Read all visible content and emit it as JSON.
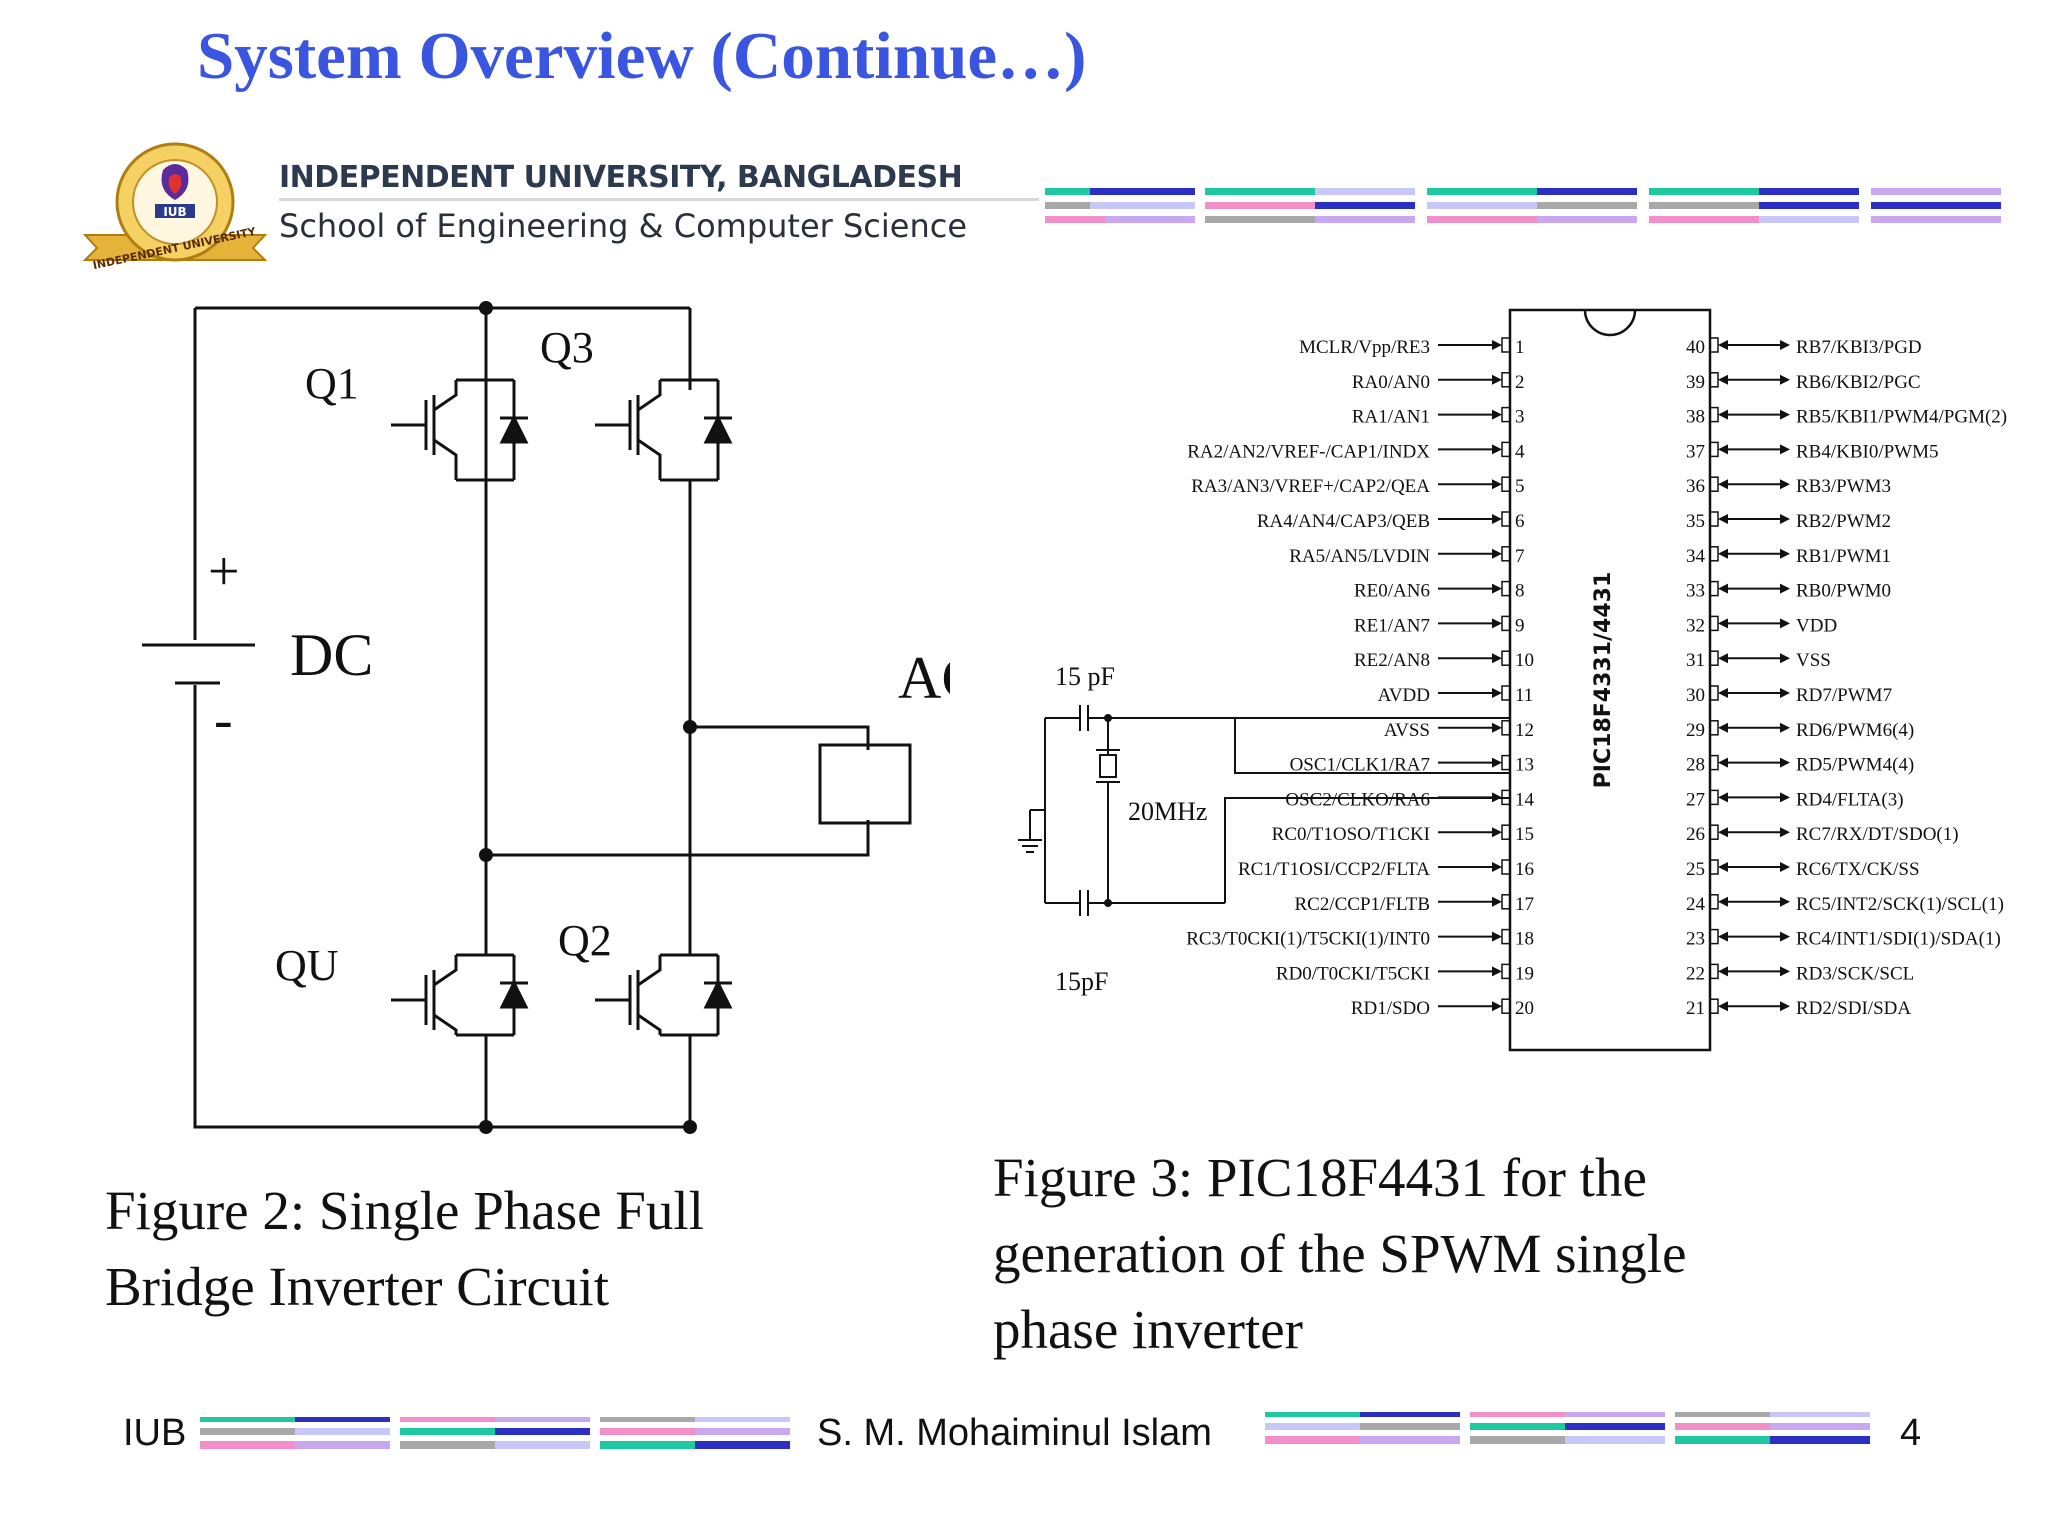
{
  "slide": {
    "title": "System Overview (Continue…)",
    "page_number": "4"
  },
  "header": {
    "university": "INDEPENDENT UNIVERSITY, BANGLADESH",
    "school": "School of Engineering & Computer Science",
    "logo_text": "IUB",
    "logo_ring_text": "INDEPENDENT UNIVERSITY"
  },
  "figure2": {
    "labels": {
      "q1": "Q1",
      "q2": "Q2",
      "q3": "Q3",
      "q4": "QU",
      "dc": "DC",
      "ac": "AC",
      "plus": "+",
      "minus": "-"
    },
    "caption_line1": "Figure 2: Single Phase Full",
    "caption_line2": "Bridge Inverter Circuit"
  },
  "figure3": {
    "chip_name": "PIC18F4331/4431",
    "cap_top": "15 pF",
    "cap_bottom": "15pF",
    "crystal": "20MHz",
    "left_pins": [
      "MCLR/Vpp/RE3",
      "RA0/AN0",
      "RA1/AN1",
      "RA2/AN2/VREF-/CAP1/INDX",
      "RA3/AN3/VREF+/CAP2/QEA",
      "RA4/AN4/CAP3/QEB",
      "RA5/AN5/LVDIN",
      "RE0/AN6",
      "RE1/AN7",
      "RE2/AN8",
      "AVDD",
      "AVSS",
      "OSC1/CLK1/RA7",
      "OSC2/CLKO/RA6",
      "RC0/T1OSO/T1CKI",
      "RC1/T1OSI/CCP2/FLTA",
      "RC2/CCP1/FLTB",
      "RC3/T0CKI(1)/T5CKI(1)/INT0",
      "RD0/T0CKI/T5CKI",
      "RD1/SDO"
    ],
    "left_nums": [
      "1",
      "2",
      "3",
      "4",
      "5",
      "6",
      "7",
      "8",
      "9",
      "10",
      "11",
      "12",
      "13",
      "14",
      "15",
      "16",
      "17",
      "18",
      "19",
      "20"
    ],
    "right_pins": [
      "RB7/KBI3/PGD",
      "RB6/KBI2/PGC",
      "RB5/KBI1/PWM4/PGM(2)",
      "RB4/KBI0/PWM5",
      "RB3/PWM3",
      "RB2/PWM2",
      "RB1/PWM1",
      "RB0/PWM0",
      "VDD",
      "VSS",
      "RD7/PWM7",
      "RD6/PWM6(4)",
      "RD5/PWM4(4)",
      "RD4/FLTA(3)",
      "RC7/RX/DT/SDO(1)",
      "RC6/TX/CK/SS",
      "RC5/INT2/SCK(1)/SCL(1)",
      "RC4/INT1/SDI(1)/SDA(1)",
      "RD3/SCK/SCL",
      "RD2/SDI/SDA"
    ],
    "right_nums": [
      "40",
      "39",
      "38",
      "37",
      "36",
      "35",
      "34",
      "33",
      "32",
      "31",
      "30",
      "29",
      "28",
      "27",
      "26",
      "25",
      "24",
      "23",
      "22",
      "21"
    ],
    "caption_line1": "Figure 3: PIC18F4431 for the",
    "caption_line2": "generation of the SPWM single",
    "caption_line3": "phase inverter"
  },
  "footer": {
    "left": "IUB",
    "center": "S. M. Mohaiminul Islam"
  },
  "colors": {
    "title": "#3a55e0",
    "teal": "#1ec9a0",
    "navy": "#2b2fc4",
    "pink": "#f28fc8",
    "lilac": "#c8a8f0",
    "gray": "#a8a8a8",
    "periwinkle": "#c8c8f8"
  }
}
